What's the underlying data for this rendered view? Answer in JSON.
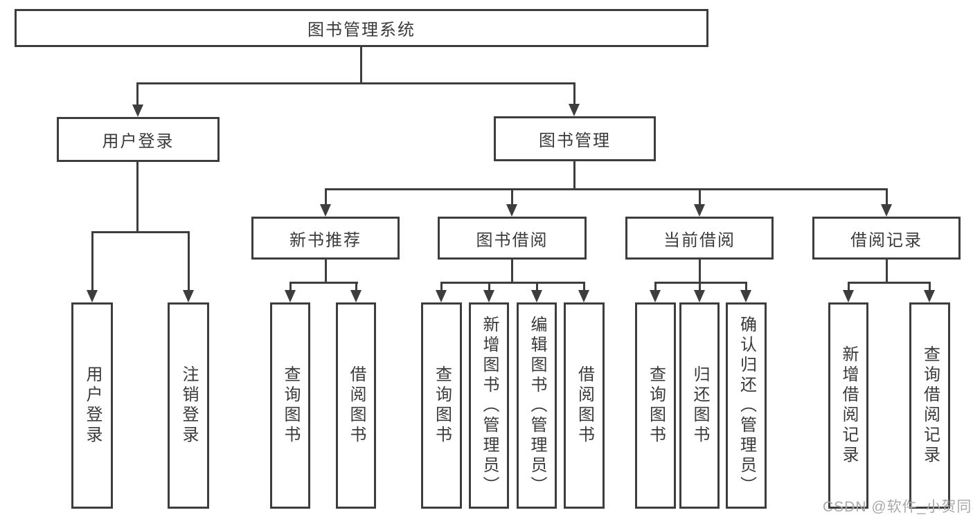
{
  "tree": {
    "root": {
      "label": "图书管理系统"
    },
    "user_login": {
      "label": "用户登录",
      "children": [
        {
          "label": "用户登录"
        },
        {
          "label": "注销登录"
        }
      ]
    },
    "book_mgmt": {
      "label": "图书管理",
      "children": [
        {
          "label": "新书推荐",
          "children": [
            {
              "label": "查询图书"
            },
            {
              "label": "借阅图书"
            }
          ]
        },
        {
          "label": "图书借阅",
          "children": [
            {
              "label": "查询图书"
            },
            {
              "label": "新增图书（管理员）"
            },
            {
              "label": "编辑图书（管理员）"
            },
            {
              "label": "借阅图书"
            }
          ]
        },
        {
          "label": "当前借阅",
          "children": [
            {
              "label": "查询图书"
            },
            {
              "label": "归还图书"
            },
            {
              "label": "确认归还（管理员）"
            }
          ]
        },
        {
          "label": "借阅记录",
          "children": [
            {
              "label": "新增借阅记录"
            },
            {
              "label": "查询借阅记录"
            }
          ]
        }
      ]
    }
  },
  "watermark": {
    "text": "CSDN @软件_小贺同学"
  },
  "colors": {
    "line": "#3d3d3d",
    "text": "#3a3a3a",
    "background": "#ffffff",
    "watermark": "#a9a9a9"
  }
}
